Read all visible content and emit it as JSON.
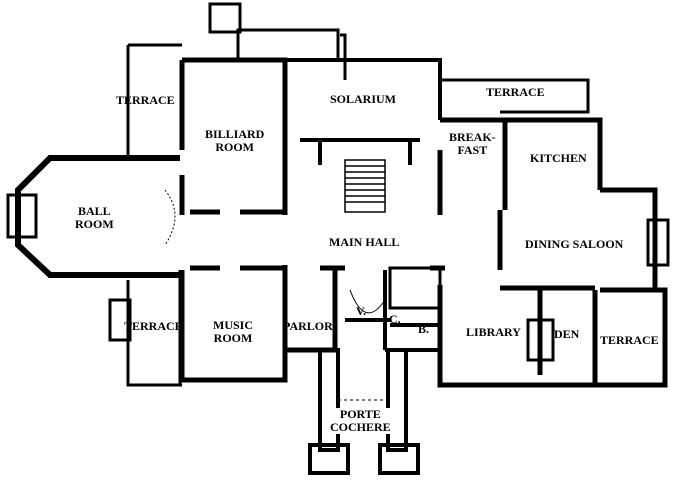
{
  "colors": {
    "wall": "#000000",
    "background": "#ffffff"
  },
  "rooms": {
    "terrace_nw": "TERRACE",
    "billiard_1": "BILLIARD",
    "billiard_2": "ROOM",
    "solarium": "SOLARIUM",
    "terrace_ne": "TERRACE",
    "breakfast_1": "BREAK-",
    "breakfast_2": "FAST",
    "kitchen": "KITCHEN",
    "ballroom_1": "BALL",
    "ballroom_2": "ROOM",
    "main_hall": "MAIN HALL",
    "dining_saloon": "DINING SALOON",
    "terrace_sw": "TERRACE",
    "music_1": "MUSIC",
    "music_2": "ROOM",
    "parlor": "PARLOR",
    "vestibule": "V.",
    "closet": "C.",
    "bath": "B.",
    "library": "LIBRARY",
    "den": "DEN",
    "terrace_se": "TERRACE",
    "porte_1": "PORTE",
    "porte_2": "COCHERE"
  }
}
